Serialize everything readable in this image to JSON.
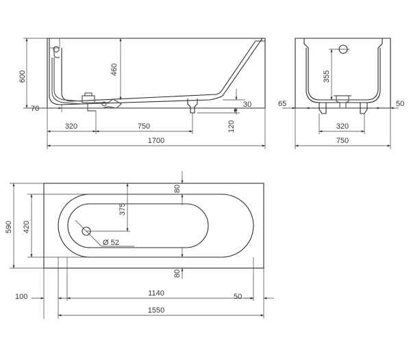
{
  "colors": {
    "line": "#2a2a2a",
    "dimension": "#3a3a3a",
    "text": "#333333",
    "background": "#ffffff"
  },
  "side_view": {
    "dimensions": {
      "height_total": "600",
      "overflow_height": "460",
      "base_height": "70",
      "drain_offset": "320",
      "leg_spacing": "750",
      "length": "1700",
      "rim_offset": "30",
      "leg_height": "120"
    }
  },
  "end_view": {
    "dimensions": {
      "drain_height": "355",
      "left_offset": "65",
      "right_offset": "50",
      "leg_spacing": "320",
      "width": "750"
    }
  },
  "top_view": {
    "dimensions": {
      "width": "590",
      "basin_width": "420",
      "drain_center": "375",
      "drain_diameter": "Ø 52",
      "rim_top": "80",
      "rim_bottom": "80",
      "left_offset": "100",
      "basin_length": "1140",
      "right_offset": "50",
      "length": "1550"
    }
  }
}
